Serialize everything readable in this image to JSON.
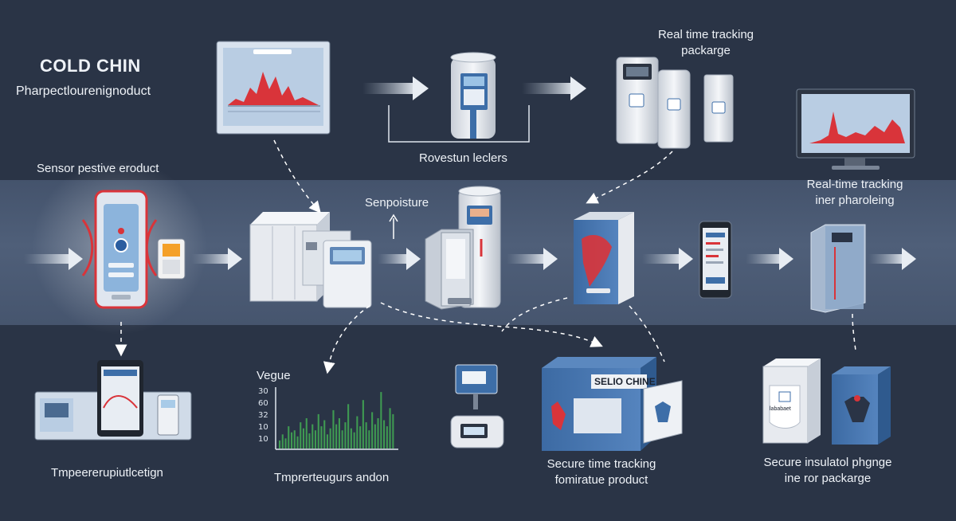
{
  "header": {
    "title": "COLD CHIN",
    "subtitle": "Pharpectlourenignoduct"
  },
  "labels": {
    "real_time_tracking_top_1": "Real time tracking",
    "real_time_tracking_top_2": "packarge",
    "rovestun": "Rovestun leclers",
    "sensor": "Sensor pestive eroduct",
    "senpoisture": "Senpoisture",
    "real_time_tracking_right_1": "Real-time tracking",
    "real_time_tracking_right_2": "iner pharoleing",
    "temp_left": "Tmpeererupiutlcetign",
    "temp_chart": "Tmprerteugurs andon",
    "secure_tracking_1": "Secure time tracking",
    "secure_tracking_2": "fomiratue product",
    "secure_insulated_1": "Secure insulatol phgnge",
    "secure_insulated_2": "ine ror packarge",
    "box_print": "SELIO CHINE",
    "small_box_print": "lababaet"
  },
  "chart_data": {
    "type": "bar",
    "title": "Vegue",
    "yticks": [
      "30",
      "60",
      "32",
      "10",
      "10"
    ],
    "values": [
      8,
      14,
      10,
      22,
      16,
      18,
      12,
      26,
      20,
      30,
      15,
      24,
      18,
      34,
      22,
      28,
      14,
      20,
      38,
      24,
      30,
      18,
      26,
      44,
      20,
      16,
      32,
      22,
      48,
      26,
      18,
      36,
      24,
      30,
      56,
      28,
      22,
      40,
      34
    ],
    "bar_color": "#3f9a52",
    "ylim": [
      0,
      60
    ]
  },
  "colors": {
    "background": "#2a3446",
    "band": "#4f5f79",
    "accent_red": "#d9343a",
    "accent_blue": "#3d6ea8",
    "device_white": "#e7eaef"
  }
}
